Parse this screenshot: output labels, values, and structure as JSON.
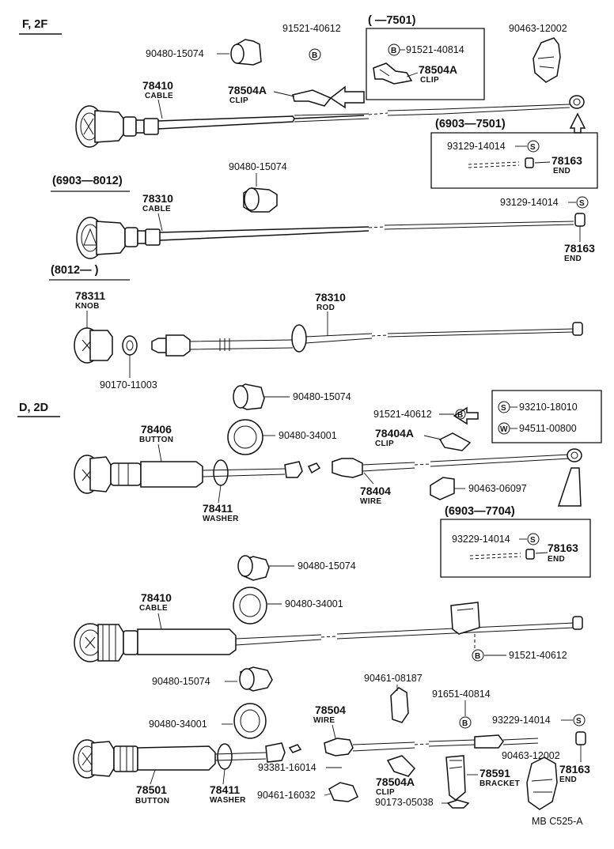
{
  "diagram": {
    "drawing_code": "MB  C525-A",
    "sections": {
      "top_engine": "F, 2F",
      "bottom_engine": "D, 2D",
      "period_6903_8012": "(6903—8012)",
      "period_8012": "(8012—          )",
      "period_7501": "(         —7501)",
      "period_6903_7501": "(6903—7501)",
      "period_6903_7704": "(6903—7704)"
    },
    "symbols": {
      "bolt": "B",
      "screw": "S",
      "washer": "W"
    },
    "parts": {
      "p78410a": "78410",
      "p78410a_sub": "CABLE",
      "p78504a_top": "78504A",
      "p78504a_top_sub": "CLIP",
      "p90480_15074_a": "90480-15074",
      "p91521_40612_a": "91521-40612",
      "p91521_40814": "91521-40814",
      "p78504a_box": "78504A",
      "p78504a_box_sub": "CLIP",
      "p90463_12002_a": "90463-12002",
      "p93129_14014_a": "93129-14014",
      "p78163_a": "78163",
      "p78163_a_sub": "END",
      "p90480_15074_b": "90480-15074",
      "p78310_a": "78310",
      "p78310_a_sub": "CABLE",
      "p93129_14014_b": "93129-14014",
      "p78163_b": "78163",
      "p78163_b_sub": "END",
      "p78311": "78311",
      "p78311_sub": "KNOB",
      "p78310_b": "78310",
      "p78310_b_sub": "ROD",
      "p90170_11003": "90170-11003",
      "p90480_15074_c": "90480-15074",
      "p90480_34001_a": "90480-34001",
      "p91521_40612_b": "91521-40612",
      "p93210_18010": "93210-18010",
      "p94511_00800": "94511-00800",
      "p78406": "78406",
      "p78406_sub": "BUTTON",
      "p78404a": "78404A",
      "p78404a_sub": "CLIP",
      "p78404": "78404",
      "p78404_sub": "WIRE",
      "p90463_06097": "90463-06097",
      "p78411_a": "78411",
      "p78411_a_sub": "WASHER",
      "p93229_14014_a": "93229-14014",
      "p78163_c": "78163",
      "p78163_c_sub": "END",
      "p90480_15074_d": "90480-15074",
      "p78410b": "78410",
      "p78410b_sub": "CABLE",
      "p90480_34001_b": "90480-34001",
      "p91521_40612_c": "91521-40612",
      "p90480_15074_e": "90480-15074",
      "p90461_08187": "90461-08187",
      "p91651_40814": "91651-40814",
      "p78504": "78504",
      "p78504_sub": "WIRE",
      "p90480_34001_c": "90480-34001",
      "p93229_14014_b": "93229-14014",
      "p90463_12002_b": "90463-12002",
      "p93381_16014": "93381-16014",
      "p78591": "78591",
      "p78591_sub": "BRACKET",
      "p78163_d": "78163",
      "p78163_d_sub": "END",
      "p78501": "78501",
      "p78501_sub": "BUTTON",
      "p78411_b": "78411",
      "p78411_b_sub": "WASHER",
      "p90461_16032": "90461-16032",
      "p78504a_bot": "78504A",
      "p78504a_bot_sub": "CLIP",
      "p90173_05038": "90173-05038"
    }
  }
}
